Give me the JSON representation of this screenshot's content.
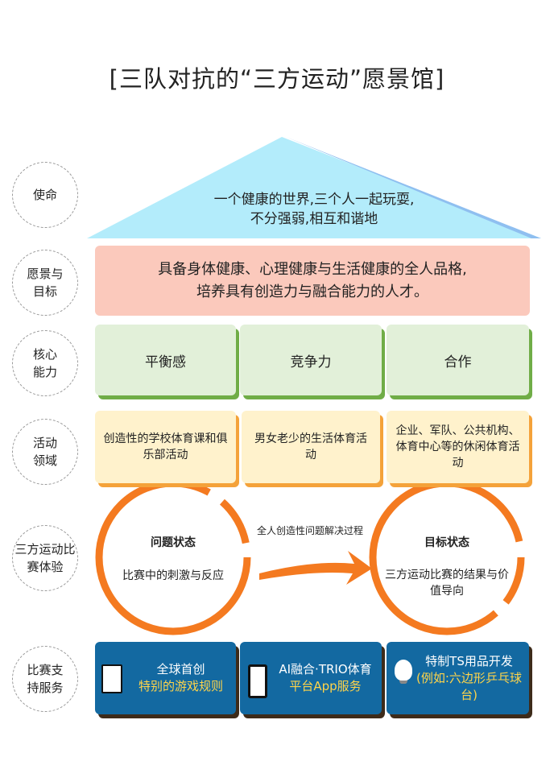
{
  "title": "[三队对抗的“三方运动”愿景馆]",
  "labels": [
    "使命",
    "愿景与\n目标",
    "核心\n能力",
    "活动\n领域",
    "三方运动比\n赛体验",
    "比赛支\n持服务"
  ],
  "mission": {
    "line1": "一个健康的世界,三个人一起玩耍,",
    "line2": "不分强弱,相互和谐地"
  },
  "vision": {
    "line1": "具备身体健康、心理健康与生活健康的全人品格,",
    "line2": "培养具有创造力与融合能力的人才。"
  },
  "core": [
    "平衡感",
    "竞争力",
    "合作"
  ],
  "areas": [
    "创造性的学校体育课和俱乐部活动",
    "男女老少的生活体育活动",
    "企业、军队、公共机构、体育中心等的休闲体育活动"
  ],
  "experience": {
    "left_title": "问题状态",
    "left_text": "比赛中的刺激与反应",
    "arrow_label": "全人创造性问题解决过程",
    "right_title": "目标状态",
    "right_text": "三方运动比赛的结果与价值导向"
  },
  "services": [
    {
      "icon": "card-hand-icon",
      "line1": "全球首创",
      "line2": "特别的游戏规则"
    },
    {
      "icon": "smartphone-touch-icon",
      "line1": "AI融合·TRIO体育",
      "line2": "平台App服务"
    },
    {
      "icon": "lightbulb-icon",
      "line1": "特制TS用品开发",
      "line2": "(例如:六边形乒乓球台)"
    }
  ],
  "colors": {
    "orange": "#f47a20",
    "blue": "#1369a1",
    "green": "#70ad47",
    "sky": "#b3ecfb",
    "pink": "#fbc9bc"
  }
}
